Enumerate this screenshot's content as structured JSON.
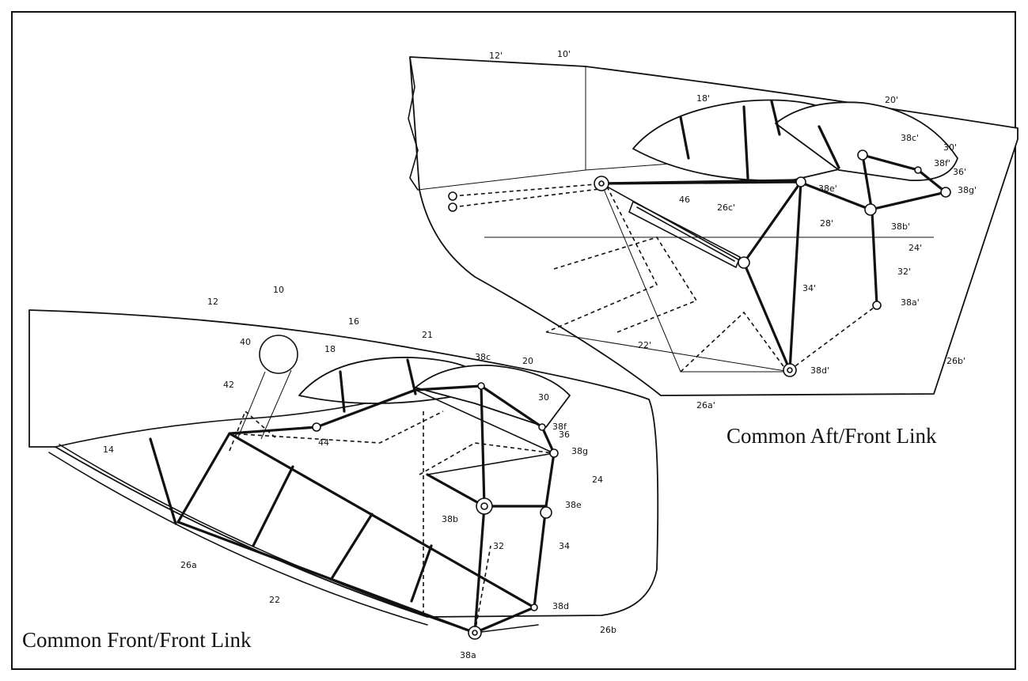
{
  "captions": {
    "front_front": "Common Front/Front Link",
    "aft_front": "Common Aft/Front Link"
  },
  "labels_front": [
    "12",
    "10",
    "16",
    "40",
    "42",
    "18",
    "21",
    "20",
    "38c",
    "30",
    "38f",
    "36",
    "38g",
    "24",
    "44",
    "14",
    "38e",
    "38b",
    "32",
    "34",
    "26a",
    "22",
    "38d",
    "38a",
    "26b"
  ],
  "labels_aft": [
    "12'",
    "10'",
    "18'",
    "20'",
    "38c'",
    "30'",
    "38f'",
    "36'",
    "38g'",
    "38e'",
    "46",
    "26c'",
    "28'",
    "38b'",
    "24'",
    "32'",
    "34'",
    "38a'",
    "22'",
    "38d'",
    "26b'",
    "26a'"
  ]
}
